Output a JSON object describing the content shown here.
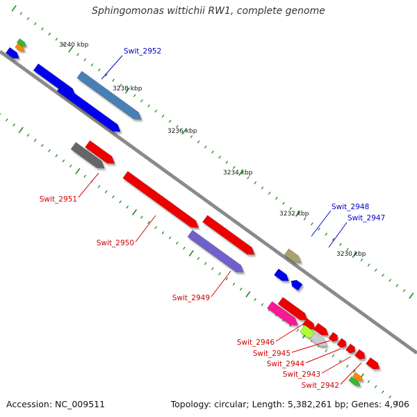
{
  "title": "Sphingomonas wittichii RW1, complete genome",
  "footer": {
    "accession": "Accession: NC_009511",
    "summary": "Topology: circular; Length: 5,382,261 bp; Genes: 4,906"
  },
  "scale_labels": [
    "3240 kbp",
    "3238 kbp",
    "3236 kbp",
    "3234 kbp",
    "3232 kbp",
    "3230 kbp"
  ],
  "gene_labels": [
    {
      "text": "Swit_2952",
      "color": "#0000cc"
    },
    {
      "text": "Swit_2951",
      "color": "#cc0000"
    },
    {
      "text": "Swit_2950",
      "color": "#cc0000"
    },
    {
      "text": "Swit_2949",
      "color": "#cc0000"
    },
    {
      "text": "Swit_2948",
      "color": "#0000cc"
    },
    {
      "text": "Swit_2947",
      "color": "#0000cc"
    },
    {
      "text": "Swit_2946",
      "color": "#cc0000"
    },
    {
      "text": "Swit_2945",
      "color": "#cc0000"
    },
    {
      "text": "Swit_2944",
      "color": "#cc0000"
    },
    {
      "text": "Swit_2943",
      "color": "#cc0000"
    },
    {
      "text": "Swit_2942",
      "color": "#cc0000"
    }
  ],
  "colors": {
    "forward_gene": "#0000ee",
    "reverse_gene": "#ee0000",
    "backbone": "#808080",
    "tick": "#1a8a1a"
  }
}
